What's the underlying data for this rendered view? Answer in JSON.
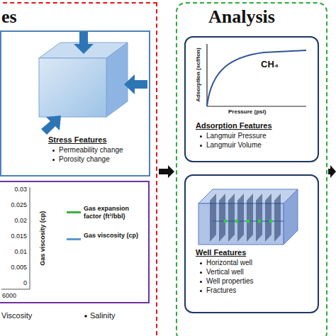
{
  "diagram": {
    "nodes": [
      {
        "text": [
          "es"
        ]
      },
      {
        "text": [
          "Stress Features",
          "Permeability change",
          "Porosity change"
        ],
        "in": 0
      },
      {
        "text": [
          "Analysis"
        ]
      },
      {
        "text": [
          "Adsorption Features",
          "Langmuir Pressure",
          "Langmuir Volume"
        ],
        "in": 2
      },
      {
        "text": [
          "Well Features",
          "Horizontal well",
          "Vertical well",
          "Well properties",
          "Fractures"
        ],
        "in": 2
      }
    ],
    "edges": [
      {
        "from": 0,
        "to": 2,
        "arrow": "to"
      }
    ],
    "labels": [
      "0.03",
      "0.025",
      "0.02",
      "0.015",
      "0.01",
      "0.005",
      "0",
      "6000",
      "Gas viscosity (cp)",
      "Viscosity",
      "Salinity",
      "CH₄",
      "Adsorption (scf/ton)",
      "Pressure (psi)"
    ],
    "legend": [
      {
        "text": "Gas expansion factor (ft³/bbl)"
      },
      {
        "text": "Gas viscosity (cp)"
      }
    ]
  }
}
